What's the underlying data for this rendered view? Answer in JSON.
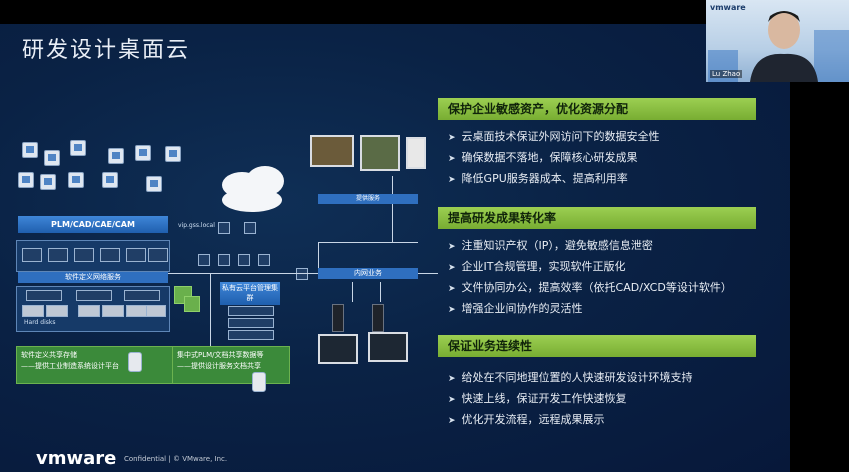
{
  "slide": {
    "title": "研发设计桌面云",
    "footer": {
      "logo": "vmware",
      "confidential": "Confidential",
      "copyright": "© VMware, Inc."
    }
  },
  "video": {
    "logo": "vmware",
    "participant_name": "Lu Zhao"
  },
  "diagram": {
    "plm_bar": "PLM/CAD/CAE/CAM",
    "software_network": "软件定义网络服务",
    "private_cloud": "私有云平台管理集群",
    "intranet": "内网业务",
    "provide_service": "提供服务",
    "vip_label": "vip.gss.local",
    "storage_label": "Hard disks",
    "green_box_1_title": "软件定义共享存储",
    "green_box_1_sub": "——提供工业制造系统设计平台",
    "green_box_2_title": "集中式PLM/文档共享数据等",
    "green_box_2_sub": "——提供设计服务文档共享"
  },
  "sections": [
    {
      "heading": "保护企业敏感资产，优化资源分配",
      "items": [
        "云桌面技术保证外网访问下的数据安全性",
        "确保数据不落地，保障核心研发成果",
        "降低GPU服务器成本、提高利用率"
      ]
    },
    {
      "heading": "提高研发成果转化率",
      "items": [
        "注重知识产权（IP），避免敏感信息泄密",
        "企业IT合规管理，实现软件正版化",
        "文件协同办公，提高效率（依托CAD/XCD等设计软件）",
        "增强企业间协作的灵活性"
      ]
    },
    {
      "heading": "保证业务连续性",
      "items": [
        "给处在不同地理位置的人快速研发设计环境支持",
        "快速上线，保证开发工作快速恢复",
        "优化开发流程，远程成果展示"
      ]
    }
  ],
  "colors": {
    "slide_bg": "#0a2245",
    "section_header": "#8cc043",
    "diagram_blue": "#2f6fbf",
    "green_box": "#3b8a3a"
  }
}
